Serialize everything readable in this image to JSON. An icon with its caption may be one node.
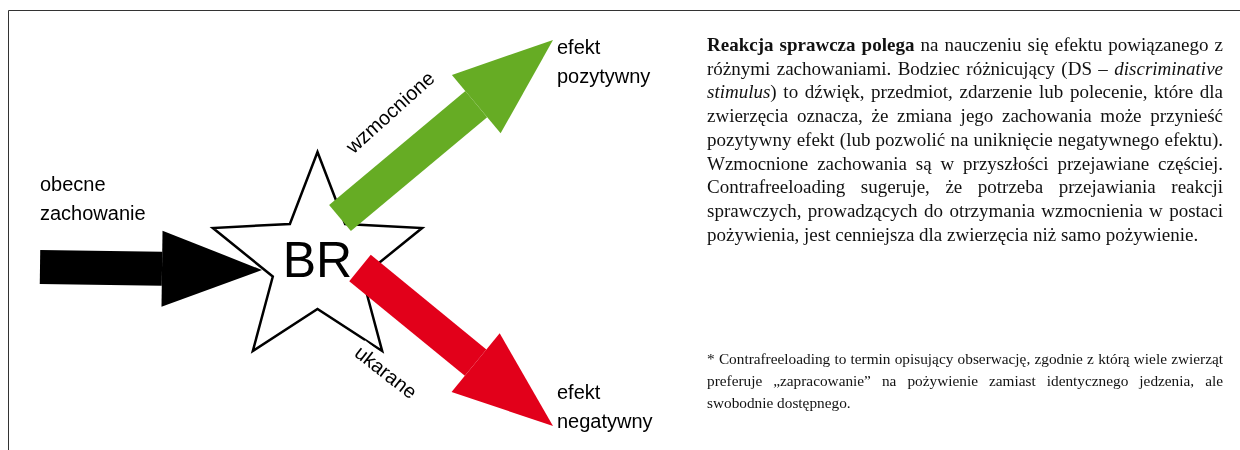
{
  "diagram": {
    "nodes": [
      {
        "text": [
          "BR"
        ]
      },
      {
        "text": [
          "efekt pozytywny"
        ]
      },
      {
        "text": [
          "efekt negatywny"
        ]
      }
    ],
    "edges": [
      {
        "from": null,
        "to": 0,
        "arrow": "to",
        "label": "obecne zachowanie",
        "color": "#000000"
      },
      {
        "from": 0,
        "to": 1,
        "arrow": "to",
        "label": "wzmocnione",
        "color": "#66ac24"
      },
      {
        "from": 0,
        "to": 2,
        "arrow": "to",
        "label": "ukarane",
        "color": "#e2001a"
      }
    ],
    "labels": [
      "**Reakcja sprawcza polega** na nauczeniu się efektu powiązanego z różnymi zachowaniami. Bodziec różnicujący (DS – *discriminative stimulus*) to dźwięk, przedmiot, zdarzenie lub polecenie, które dla zwierzęcia oznacza, że zmiana jego zachowania może przynieść pozytywny efekt (lub pozwolić na uniknięcie negatywnego efektu). Wzmocnione zachowania są w przyszłości przejawiane częściej. Contrafreeloading sugeruje, że potrzeba przejawiania reakcji sprawczych, prowadzących do otrzymania wzmocnienia w postaci pożywienia, jest cenniejsza dla zwierzęcia niż samo pożywienie.",
      "* Contrafreeloading to termin opisujący obserwację, zgodnie z którą wiele zwierząt preferuje „zapracowanie” na pożywienie zamiast identycznego jedzenia, ale swobodnie dostępnego."
    ]
  }
}
